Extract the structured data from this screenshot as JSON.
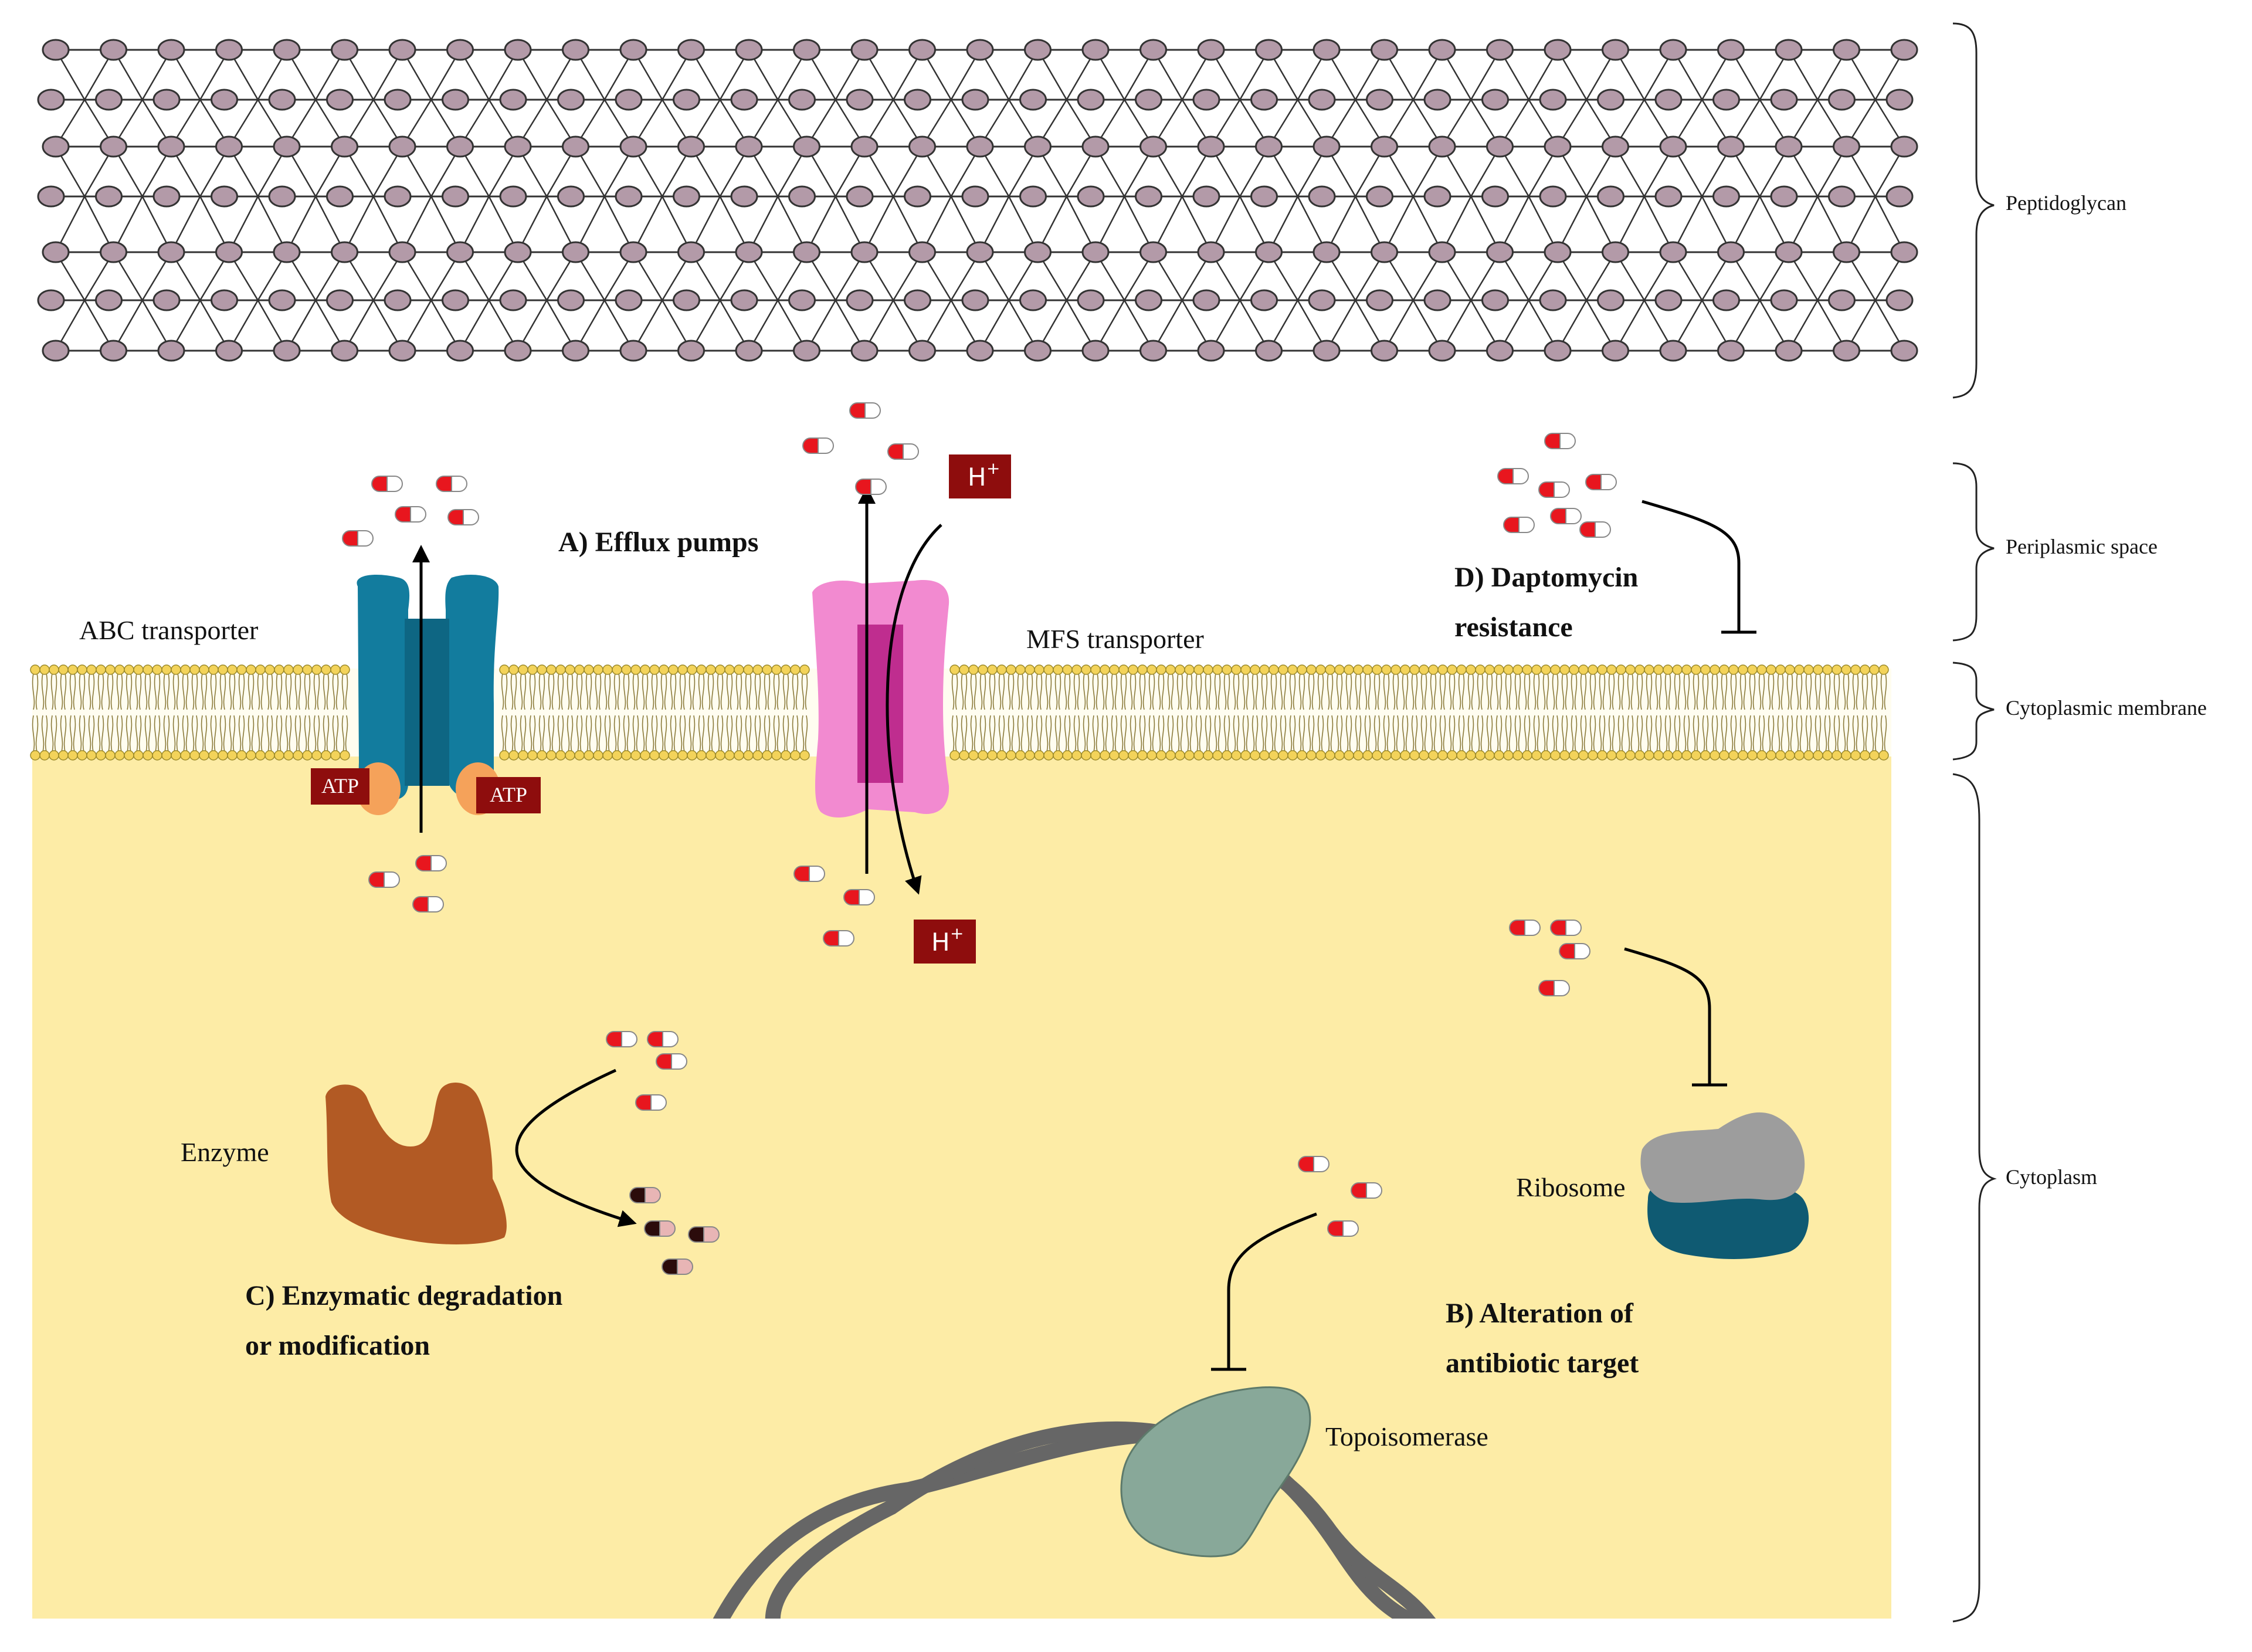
{
  "colors": {
    "cytoplasm": "#fdeca6",
    "lipid": "#f3d35a",
    "peptidoglycan_node": "#b39aa8",
    "abc_transporter": "#127c9e",
    "abc_transporter_dark": "#0e6683",
    "abc_atp_shade": "#f5a25a",
    "mfs_transporter": "#f28ad0",
    "mfs_core": "#bf2d8f",
    "label_box": "#8e0d0d",
    "enzyme": "#b25a24",
    "ribosome_top": "#9d9d9d",
    "ribosome_bottom": "#0f5a72",
    "topoisomerase": "#88a899",
    "dna": "#666666",
    "antibiotic_red": "#e8161e",
    "degraded_dark": "#2b0b0b",
    "degraded_pink": "#e8b5b5"
  },
  "regions": {
    "peptidoglycan": "Peptidoglycan",
    "periplasmic": "Periplasmic space",
    "membrane": "Cytoplasmic membrane",
    "cytoplasm": "Cytoplasm"
  },
  "labels": {
    "abc_transporter": "ABC transporter",
    "mfs_transporter": "MFS transporter",
    "efflux": "A) Efflux pumps",
    "daptomycin_line1": "D) Daptomycin",
    "daptomycin_line2": "resistance",
    "enzyme": "Enzyme",
    "enzymatic_line1": "C) Enzymatic degradation",
    "enzymatic_line2": "or modification",
    "ribosome": "Ribosome",
    "alteration_line1": "B) Alteration of",
    "alteration_line2": "antibiotic target",
    "topoisomerase": "Topoisomerase",
    "atp": "ATP",
    "proton": "H",
    "proton_charge": "+"
  }
}
